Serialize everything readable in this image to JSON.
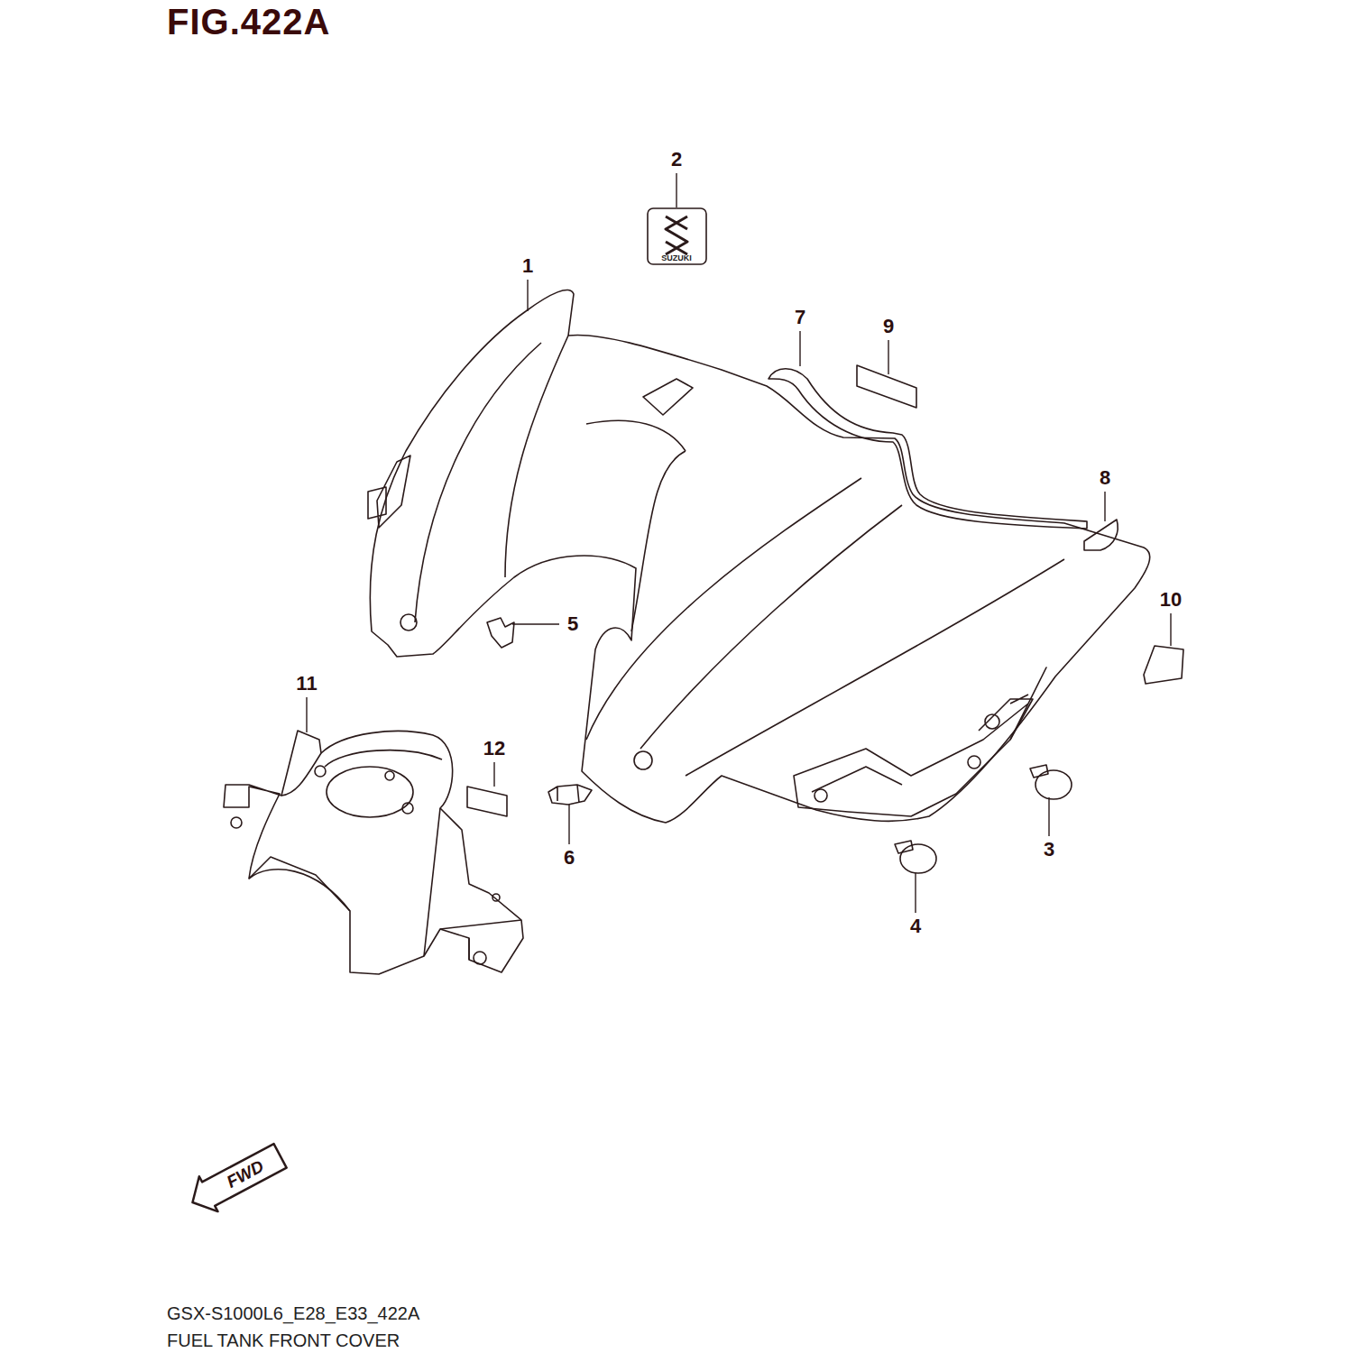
{
  "diagram": {
    "title": "FIG.422A",
    "caption": "GSX-S1000L6_E28_E33_422A",
    "labels": [
      "2",
      "SUZUKI",
      "1",
      "7",
      "9",
      "8",
      "10",
      "5",
      "11",
      "12",
      "6",
      "3",
      "4",
      "FWD",
      "FUEL TANK FRONT COVER"
    ]
  }
}
